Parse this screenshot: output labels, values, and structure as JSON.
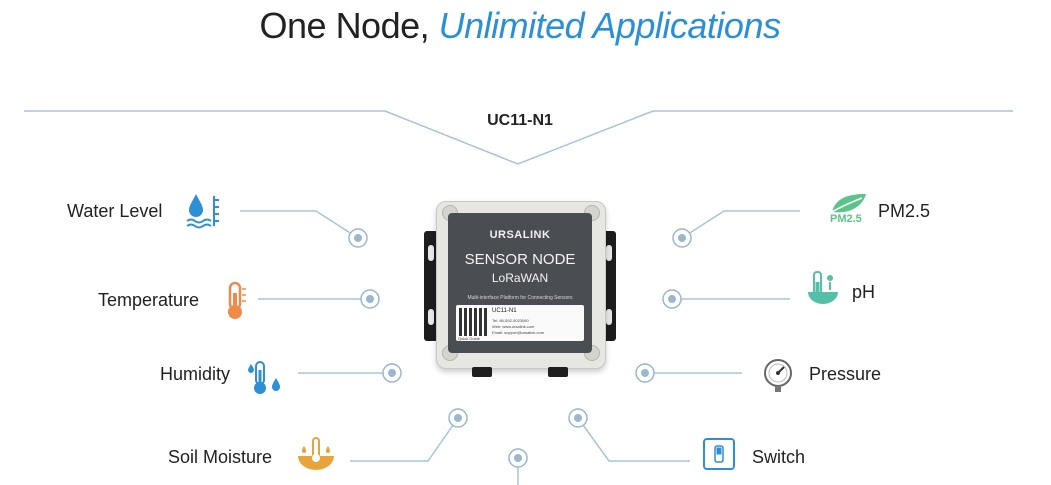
{
  "headline": {
    "main": "One Node, ",
    "accent": "Unlimited Applications"
  },
  "model": "UC11-N1",
  "sensors": {
    "water_level": "Water Level",
    "temperature": "Temperature",
    "humidity": "Humidity",
    "soil_moisture": "Soil Moisture",
    "pm25": "PM2.5",
    "ph": "pH",
    "pressure": "Pressure",
    "switch": "Switch"
  },
  "icons": {
    "water_level": "water-level-icon",
    "temperature": "thermometer-icon",
    "humidity": "humidity-icon",
    "soil_moisture": "soil-moisture-icon",
    "pm25": "leaf-pm25-icon",
    "ph": "ph-icon",
    "pressure": "pressure-gauge-icon",
    "switch": "switch-icon"
  },
  "pm25_badge": "PM2.5",
  "device": {
    "brand": "URSALINK",
    "title": "SENSOR NODE",
    "subtitle": "LoRaWAN",
    "tagline": "Multi-interface Platform for Connecting Sensors",
    "sticker_model": "UC11-N1",
    "sticker_tel": "Tel: 86-592-5023060",
    "sticker_web": "Web: www.ursalink.com",
    "sticker_email": "Email: support@ursalink.com",
    "qr_caption": "Quick Guide"
  },
  "colors": {
    "accent": "#2a8fd6",
    "line": "#a8c4d8",
    "node": "#9ab7cc",
    "icon_blue": "#2d8fd5",
    "icon_orange": "#f08a4b",
    "icon_green": "#5cc48a",
    "icon_gold": "#e8a33a"
  }
}
